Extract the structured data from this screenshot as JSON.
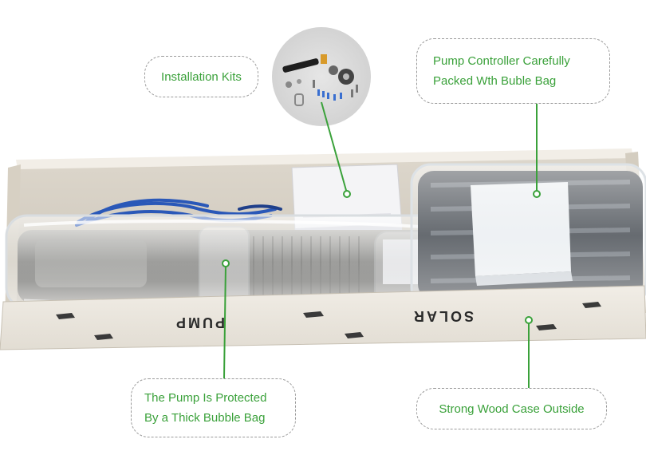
{
  "callouts": {
    "installation_kits": "Installation Kits",
    "pump_controller": [
      "Pump Controller Carefully",
      "Packed Wth Buble Bag"
    ],
    "pump_protected": [
      "The Pump Is Protected",
      "By a Thick Bubble Bag"
    ],
    "wood_case": "Strong Wood Case Outside"
  },
  "crate_stamps": {
    "left": "PUMP",
    "right": "SOLAR"
  },
  "colors": {
    "callout_text": "#3aa13a",
    "leader_line": "#3aa13a",
    "callout_border": "#9a9a9a",
    "crate_wood": "#e9e4da"
  }
}
